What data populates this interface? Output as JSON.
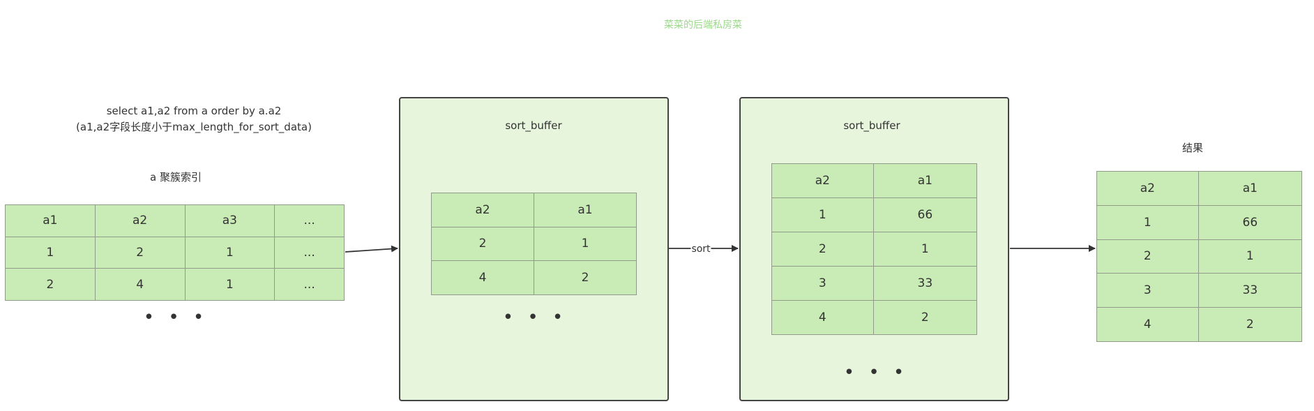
{
  "watermark": "菜菜的后端私房菜",
  "query": {
    "line1": "select a1,a2 from a order by a.a2",
    "line2": "(a1,a2字段长度小于max_length_for_sort_data)"
  },
  "index_table": {
    "title": "a 聚簇索引",
    "header": [
      "a1",
      "a2",
      "a3",
      "..."
    ],
    "rows": [
      [
        "1",
        "2",
        "1",
        "..."
      ],
      [
        "2",
        "4",
        "1",
        "..."
      ]
    ],
    "ellipsis": "• • •"
  },
  "sort_buffer_1": {
    "title": "sort_buffer",
    "header": [
      "a2",
      "a1"
    ],
    "rows": [
      [
        "2",
        "1"
      ],
      [
        "4",
        "2"
      ]
    ],
    "ellipsis": "• • •"
  },
  "sort_arrow_label": "sort",
  "sort_buffer_2": {
    "title": "sort_buffer",
    "header": [
      "a2",
      "a1"
    ],
    "rows": [
      [
        "1",
        "66"
      ],
      [
        "2",
        "1"
      ],
      [
        "3",
        "33"
      ],
      [
        "4",
        "2"
      ]
    ],
    "ellipsis": "• • •"
  },
  "result_table": {
    "title": "结果",
    "header": [
      "a2",
      "a1"
    ],
    "rows": [
      [
        "1",
        "66"
      ],
      [
        "2",
        "1"
      ],
      [
        "3",
        "33"
      ],
      [
        "4",
        "2"
      ]
    ]
  },
  "colors": {
    "cell_fill": "#c9ebb5",
    "container_fill": "#e6f5dc",
    "border": "#8f9b88",
    "watermark": "#9bd98a"
  }
}
